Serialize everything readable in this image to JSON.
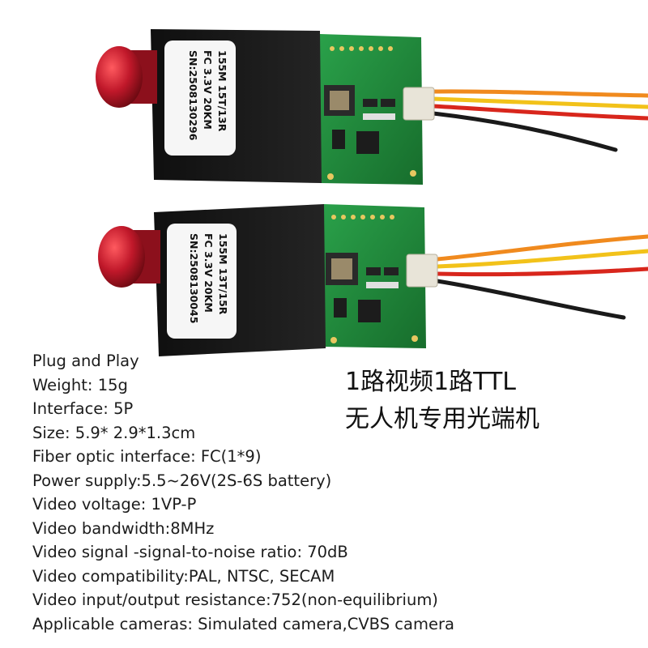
{
  "modules": [
    {
      "label_lines": [
        "155M 15T/13R",
        "FC 3.3V 20KM",
        "SN:2508130296"
      ]
    },
    {
      "label_lines": [
        "155M 13T/15R",
        "FC 3.3V 20KM",
        "SN:2508130045"
      ]
    }
  ],
  "headline": {
    "line1": "1路视频1路TTL",
    "line2": "无人机专用光端机"
  },
  "specs": [
    "Plug and Play",
    "Weight: 15g",
    "Interface: 5P",
    "Size: 5.9* 2.9*1.3cm",
    "Fiber optic interface: FC(1*9)",
    "Power supply:5.5~26V(2S-6S battery)",
    "Video voltage: 1VP-P",
    "Video bandwidth:8MHz",
    "Video signal -signal-to-noise ratio: 70dB",
    "Video compatibility:PAL, NTSC, SECAM",
    "Video input/output resistance:752(non-equilibrium)",
    "Applicable cameras: Simulated camera,CVBS camera"
  ],
  "colors": {
    "pcb_green": "#1f8a3a",
    "fiber_cap_red": "#c0182a",
    "housing_black": "#161616",
    "wire_orange": "#f08a1e",
    "wire_yellow": "#f2c21a",
    "wire_red": "#d8261c",
    "wire_black": "#1a1a1a"
  }
}
